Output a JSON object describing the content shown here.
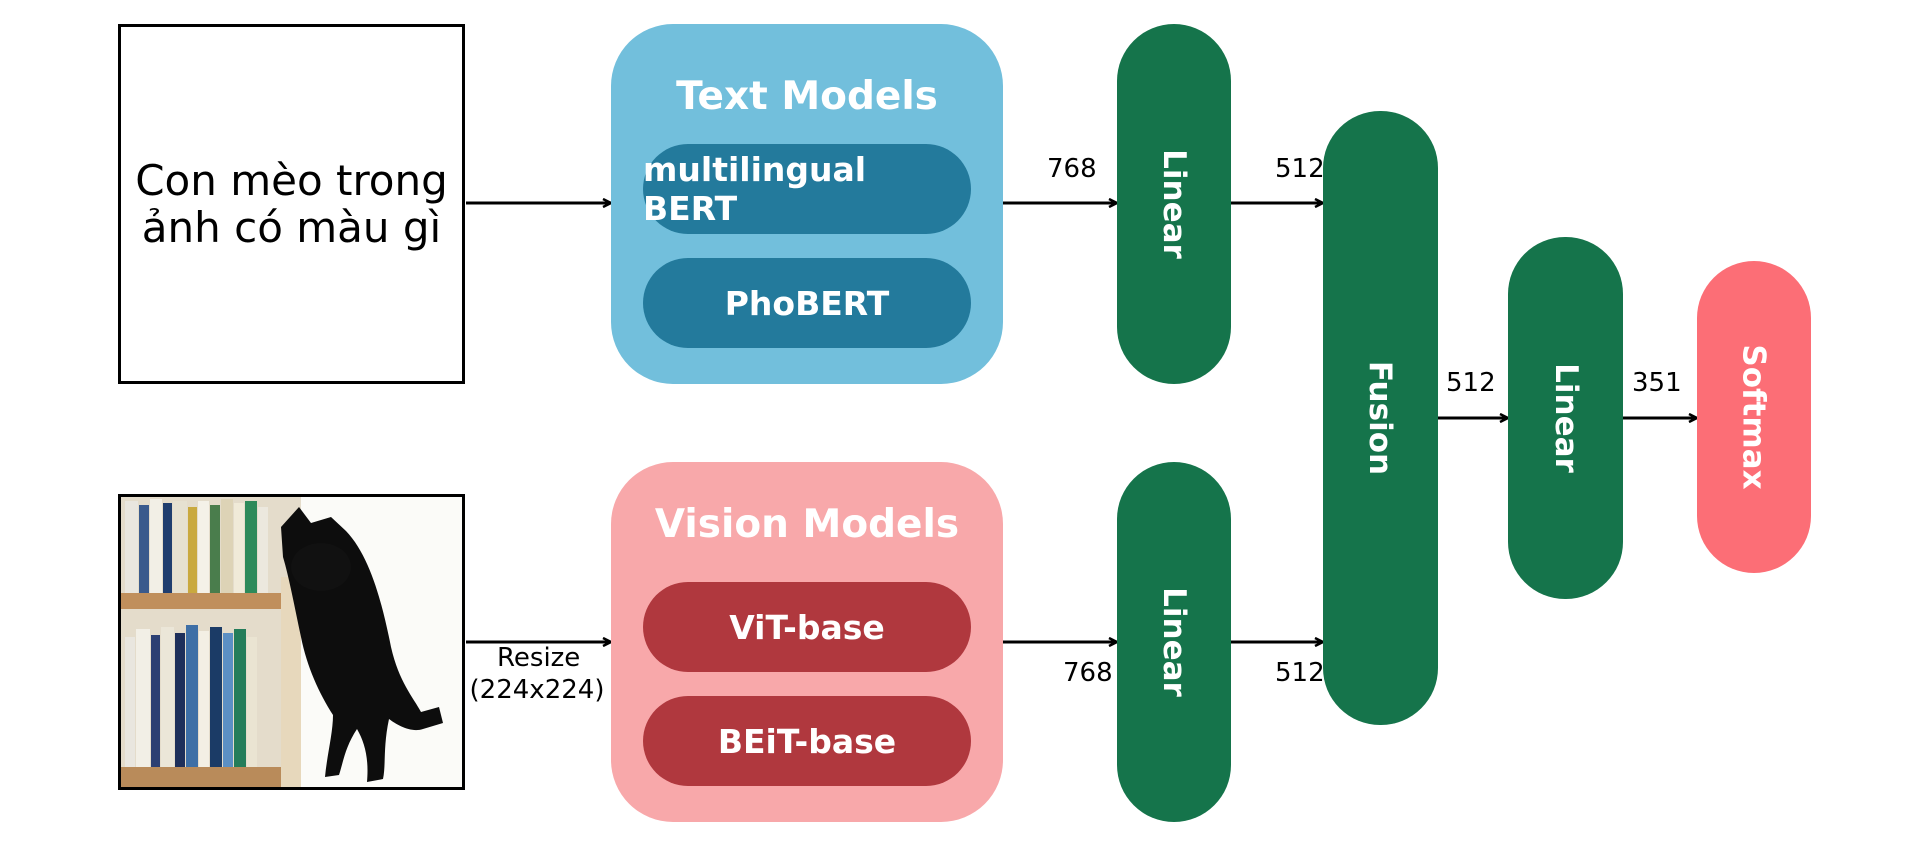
{
  "question_text": "Con mèo trong ảnh có màu gì",
  "resize_label": "Resize",
  "resize_size": "(224x224)",
  "text_models": {
    "title": "Text Models",
    "color": "#72bfdc",
    "item_color": "#237a9c",
    "items": [
      "multilingual BERT",
      "PhoBERT"
    ]
  },
  "vision_models": {
    "title": "Vision Models",
    "color": "#f8a8aa",
    "item_color": "#b0383e",
    "items": [
      "ViT-base",
      "BEiT-base"
    ]
  },
  "linear_label": "Linear",
  "fusion_label": "Fusion",
  "softmax_label": "Softmax",
  "layer_color": "#15744b",
  "softmax_color": "#fc6e76",
  "dims": {
    "text_out": "768",
    "vision_out": "768",
    "text_linear_out": "512",
    "vision_linear_out": "512",
    "fusion_out": "512",
    "final_linear_out": "351"
  }
}
